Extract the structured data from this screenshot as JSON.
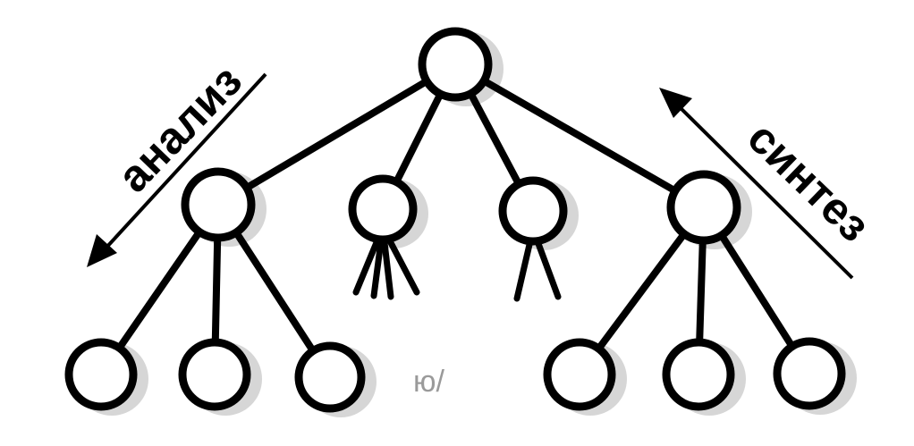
{
  "diagram": {
    "colors": {
      "line": "#000000",
      "node_fill": "#ffffff",
      "shadow": "#c8c8c8"
    },
    "nodes": [
      {
        "id": "root"
      },
      {
        "id": "left-branch"
      },
      {
        "id": "mid-left-branch"
      },
      {
        "id": "mid-right-branch"
      },
      {
        "id": "right-branch"
      },
      {
        "id": "left-leaf-1"
      },
      {
        "id": "left-leaf-2"
      },
      {
        "id": "left-leaf-3"
      },
      {
        "id": "right-leaf-1"
      },
      {
        "id": "right-leaf-2"
      },
      {
        "id": "right-leaf-3"
      }
    ],
    "edges": [
      {
        "from": "root",
        "to": "left-branch"
      },
      {
        "from": "root",
        "to": "mid-left-branch"
      },
      {
        "from": "root",
        "to": "mid-right-branch"
      },
      {
        "from": "root",
        "to": "right-branch"
      },
      {
        "from": "left-branch",
        "to": "left-leaf-1"
      },
      {
        "from": "left-branch",
        "to": "left-leaf-2"
      },
      {
        "from": "left-branch",
        "to": "left-leaf-3"
      },
      {
        "from": "right-branch",
        "to": "right-leaf-1"
      },
      {
        "from": "right-branch",
        "to": "right-leaf-2"
      },
      {
        "from": "right-branch",
        "to": "right-leaf-3"
      }
    ],
    "stub_children": [
      {
        "parent": "mid-left-branch",
        "count": 4
      },
      {
        "parent": "mid-right-branch",
        "count": 2
      }
    ],
    "arrows": {
      "analysis": {
        "label": "анализ",
        "direction": "down-left"
      },
      "synthesis": {
        "label": "синтез",
        "direction": "up-left"
      }
    },
    "page_mark": "ю/"
  }
}
